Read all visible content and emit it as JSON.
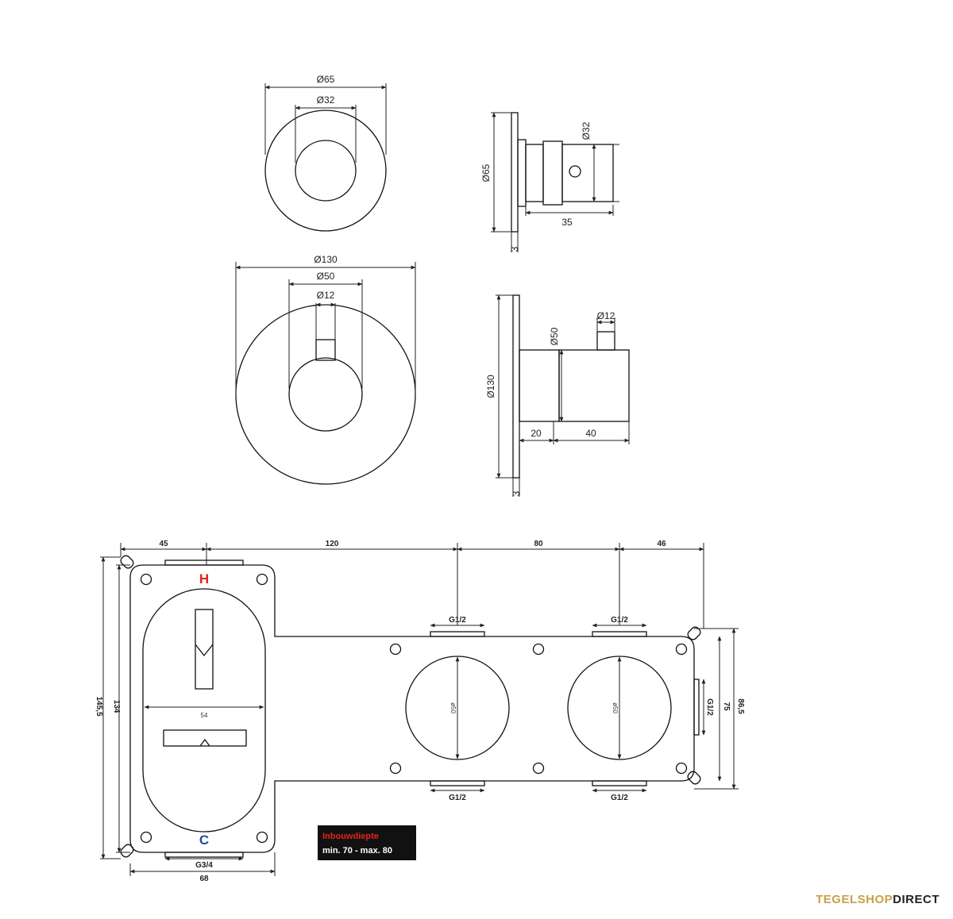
{
  "colors": {
    "line": "#222222",
    "hot": "#e2231a",
    "cold": "#1f4f9c",
    "badge_bg": "#111111",
    "badge_title": "#e2231a",
    "badge_text": "#ffffff",
    "brand_gold": "#c8a04a",
    "brand_dark": "#222222"
  },
  "views": {
    "top_front": {
      "outer_dia": "Ø65",
      "inner_dia": "Ø32"
    },
    "top_side": {
      "dia_plate": "Ø65",
      "dia_knob": "Ø32",
      "depth": "35",
      "plate": "3"
    },
    "mid_front": {
      "outer_dia": "Ø130",
      "mid_dia": "Ø50",
      "inner_dia": "Ø12"
    },
    "mid_side": {
      "dia_plate": "Ø130",
      "dia_body": "Ø50",
      "dia_stem": "Ø12",
      "len_a": "20",
      "len_b": "40",
      "plate": "3"
    }
  },
  "box": {
    "top_dims": [
      "45",
      "120",
      "80",
      "46"
    ],
    "hot_label": "H",
    "cold_label": "C",
    "inner_width": "54",
    "height_outer": "145,5",
    "height_inner": "134",
    "right_height_a": "75",
    "right_height_b": "86,5",
    "port_top_1": "G1/2",
    "port_top_2": "G1/2",
    "port_bottom_1": "G1/2",
    "port_bottom_2": "G1/2",
    "port_right": "G1/2",
    "port_left": "G3/4",
    "bottom_width": "68",
    "circle_1": "ø50",
    "circle_2": "ø50"
  },
  "badge": {
    "title": "Inbouwdiepte",
    "text": "min. 70 - max. 80"
  },
  "brand": {
    "part1": "TEGELSHOP",
    "part2": "DIRECT"
  }
}
